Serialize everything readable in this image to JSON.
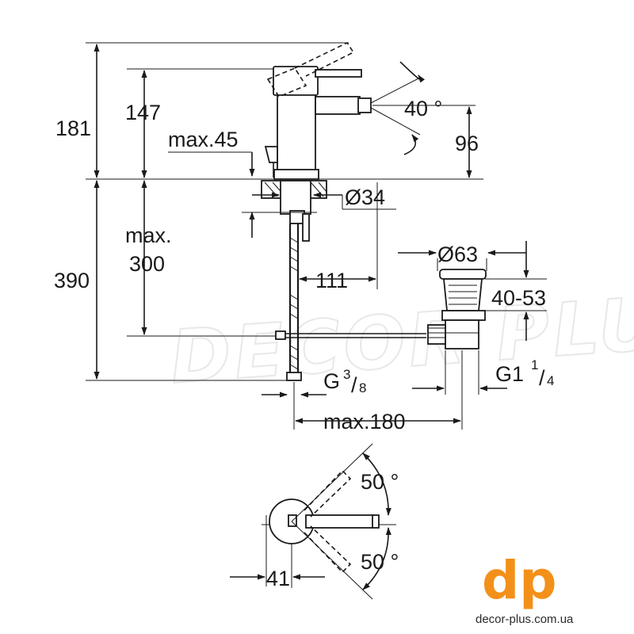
{
  "watermark": {
    "text": "DECOR PLUS"
  },
  "brand": {
    "mark": "dp",
    "website": "decor-plus.com.ua",
    "accent_color": "#f39019"
  },
  "dimensions": {
    "d181": "181",
    "d147": "147",
    "d_max45": "max.45",
    "d40deg": "40 °",
    "d96": "96",
    "d_phi34": "Ø34",
    "d_max": "max.",
    "d300": "300",
    "d390": "390",
    "d111": "111",
    "d_phi63": "Ø63",
    "d40_53": "40-53",
    "g38_main": "G",
    "g38_num": "3",
    "g38_den": "8",
    "g114_main": "G1",
    "g114_num": "1",
    "g114_den": "4",
    "d_max180": "max.180",
    "d50deg_top": "50 °",
    "d50deg_bottom": "50 °",
    "d41": "41"
  }
}
